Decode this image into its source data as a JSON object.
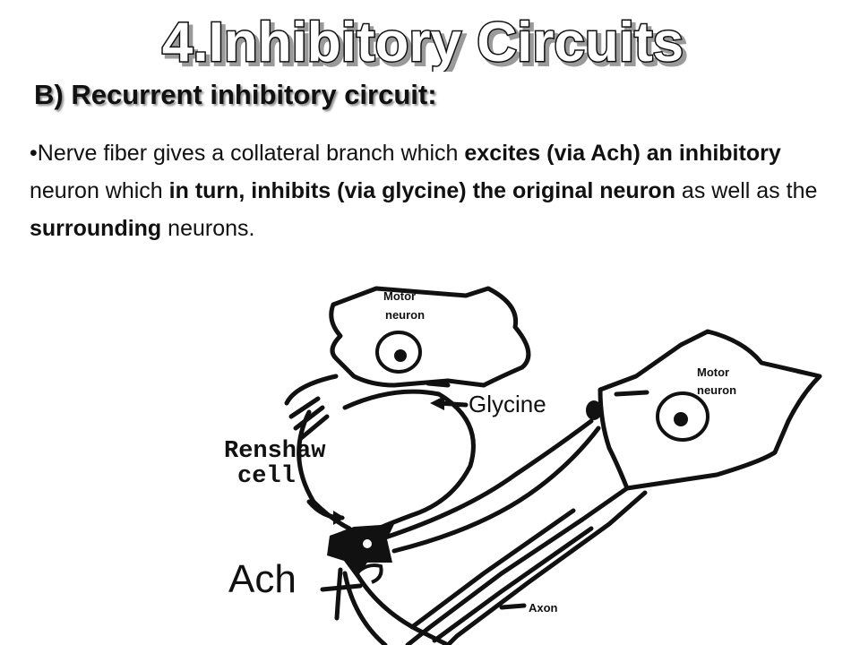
{
  "slide": {
    "title": "4.Inhibitory Circuits",
    "subtitle": "B) Recurrent inhibitory circuit:",
    "body": {
      "bullet": "•",
      "segments": [
        {
          "text": "Nerve fiber gives a collateral branch which ",
          "bold": false
        },
        {
          "text": "excites (via Ach)",
          "bold": true
        },
        {
          "text": " ",
          "bold": false
        },
        {
          "text": "an inhibitory",
          "bold": true
        },
        {
          "text": " neuron which ",
          "bold": false
        },
        {
          "text": "in turn, inhibits (via glycine) the original neuron",
          "bold": true
        },
        {
          "text": " as well as the ",
          "bold": false
        },
        {
          "text": "surrounding",
          "bold": true
        },
        {
          "text": " neurons.",
          "bold": false
        }
      ]
    }
  },
  "diagram": {
    "labels": {
      "motor_neuron_1": [
        "Motor",
        "neuron"
      ],
      "motor_neuron_2": [
        "Motor",
        "neuron"
      ],
      "renshaw": [
        "Renshaw",
        "cell"
      ],
      "axon": "Axon",
      "glycine": "Glycine",
      "ach": "Ach",
      "plus_sign": "+"
    }
  }
}
